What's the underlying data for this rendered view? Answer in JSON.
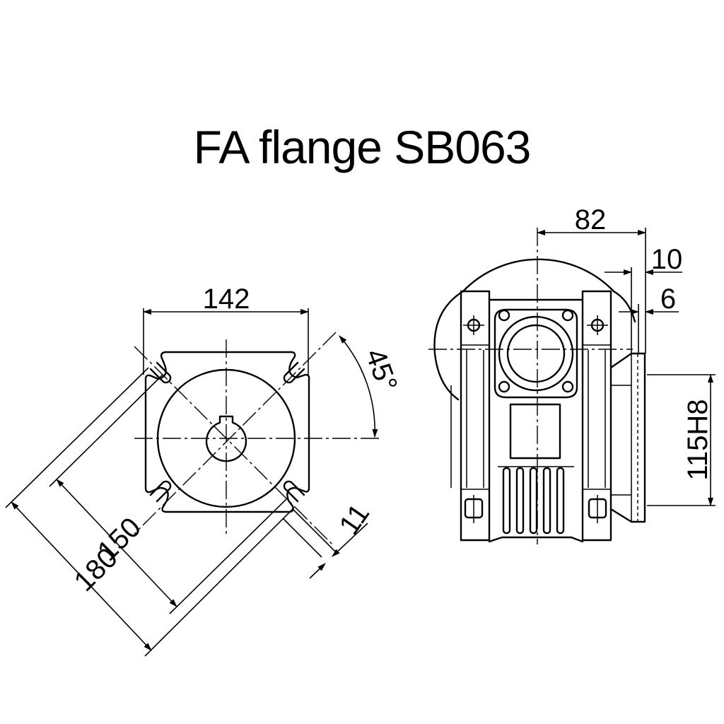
{
  "title": "FA flange SB063",
  "front_view": {
    "dim_width": "142",
    "dim_angle": "45°",
    "dim_bolt_circle": "150",
    "dim_outer": "180",
    "dim_hole": "11"
  },
  "side_view": {
    "dim_depth": "82",
    "dim_offset_a": "10",
    "dim_offset_b": "6",
    "dim_pilot": "115H8"
  }
}
